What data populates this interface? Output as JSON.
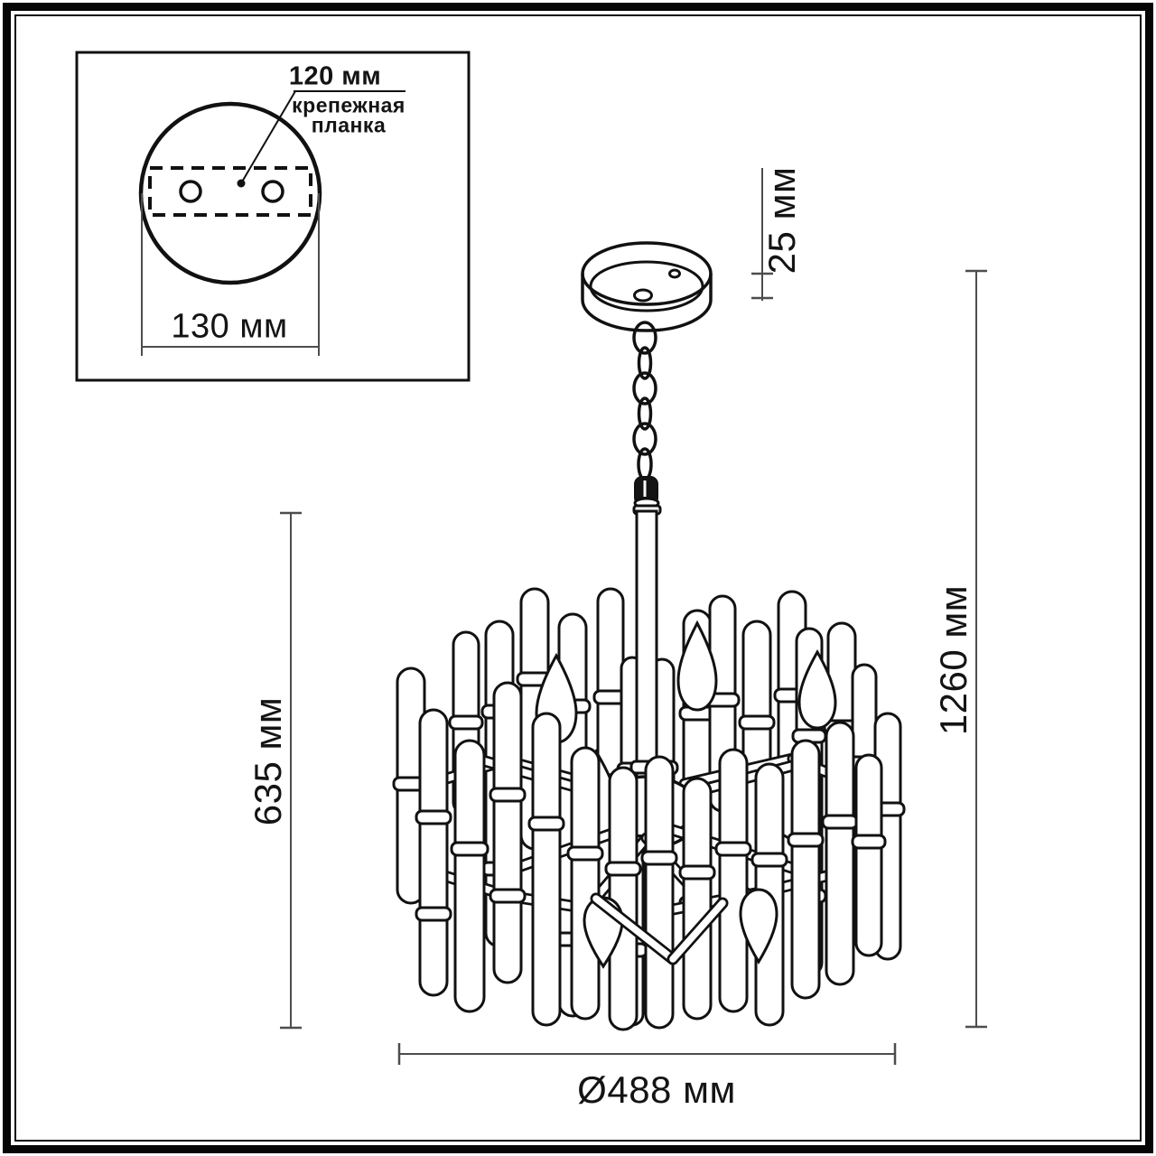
{
  "inset": {
    "hole_spacing": "120 мм",
    "bracket_label_line1": "крепежная",
    "bracket_label_line2": "планка",
    "plate_width": "130 мм"
  },
  "dimensions": {
    "canopy_height": "25 мм",
    "body_height": "635 мм",
    "total_height": "1260 мм",
    "diameter": "Ø488 мм"
  },
  "colors": {
    "drawing_line": "#111111",
    "dimension_line": "#4d4d4d",
    "background": "#ffffff"
  }
}
